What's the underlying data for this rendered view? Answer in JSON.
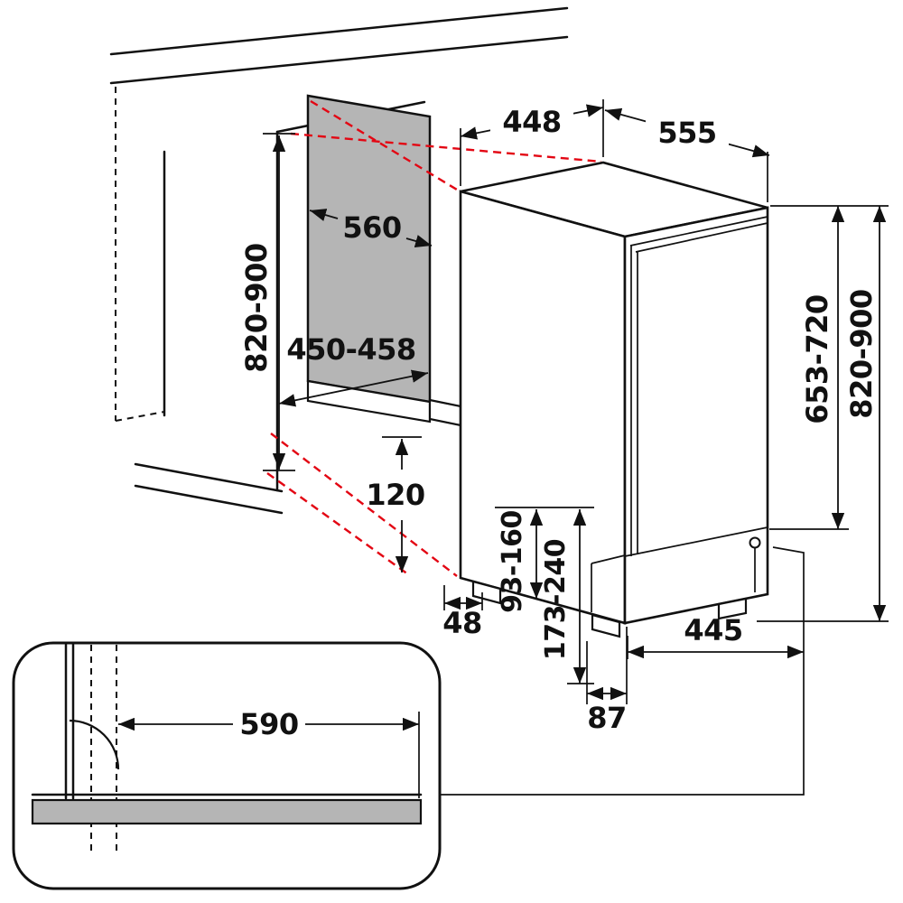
{
  "colors": {
    "line": "#111111",
    "projection": "#e30613",
    "panel_fill": "#b5b5b5",
    "background": "#ffffff"
  },
  "dimensions": {
    "appliance_width": "448",
    "appliance_depth": "555",
    "niche_depth": "560",
    "niche_width": "450-458",
    "niche_height": "820-900",
    "furniture_door_height": "653-720",
    "overall_height": "820-900",
    "plinth_recess": "120",
    "front_foot_setback": "48",
    "plinth_height_min": "93-160",
    "plinth_height_max": "173-240",
    "feet_distance": "445",
    "base_recess_depth": "87",
    "plinth_panel_width": "590"
  }
}
